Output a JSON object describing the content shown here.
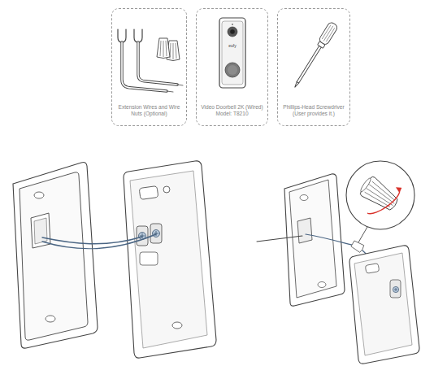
{
  "diagram": {
    "nodes": [
      {
        "text": [
          "Extension Wires and Wire Nuts (Optional)"
        ]
      },
      {
        "text": [
          "Video Doorbell 2K (Wired) Model: T8210"
        ]
      },
      {
        "text": [
          "Phillips-Head Screwdriver (User provides it.)"
        ]
      }
    ],
    "labels": [
      "eufy"
    ]
  }
}
